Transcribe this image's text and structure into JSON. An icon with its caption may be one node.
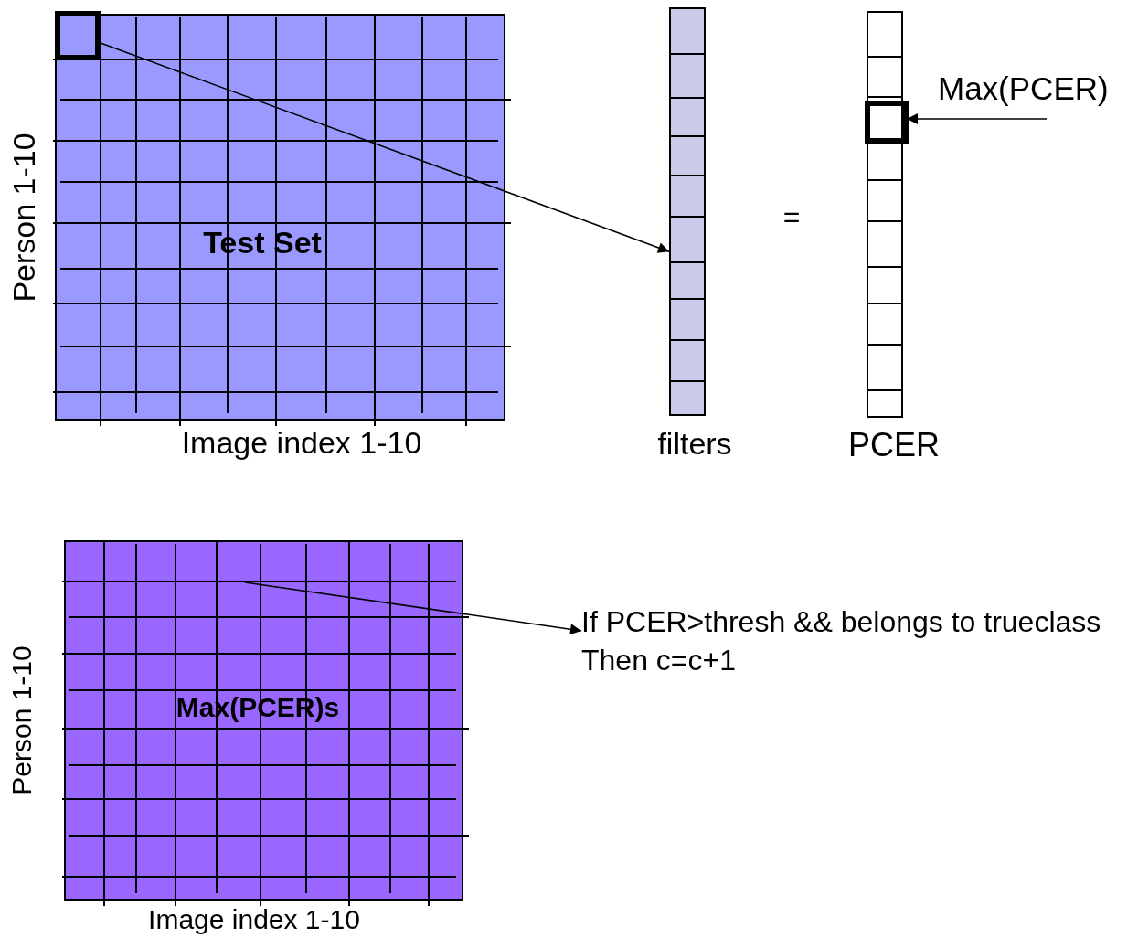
{
  "diagram": {
    "nodes": [
      {
        "text": [
          "Test Set"
        ],
        "beside": [
          "Person 1-10",
          "Image index 1-10"
        ]
      },
      {
        "text": [],
        "shape": "box",
        "in": 0
      },
      {
        "text": [
          "filters"
        ]
      },
      {
        "text": [
          "PCER"
        ]
      },
      {
        "text": [],
        "shape": "box",
        "in": 3
      },
      {
        "text": [
          "Max(PCER)"
        ]
      },
      {
        "text": [
          "Max(PCER)s"
        ],
        "beside": [
          "Person 1-10",
          "Image index 1-10"
        ]
      },
      {
        "text": [
          "If PCER>thresh && belongs to trueclass Then c=c+1"
        ]
      }
    ],
    "edges": [
      {
        "from": 1,
        "to": 2,
        "arrow": "to"
      },
      {
        "from": 5,
        "to": 4,
        "arrow": "to"
      },
      {
        "from": 6,
        "to": 7,
        "arrow": "to"
      }
    ],
    "labels": [
      "="
    ]
  }
}
